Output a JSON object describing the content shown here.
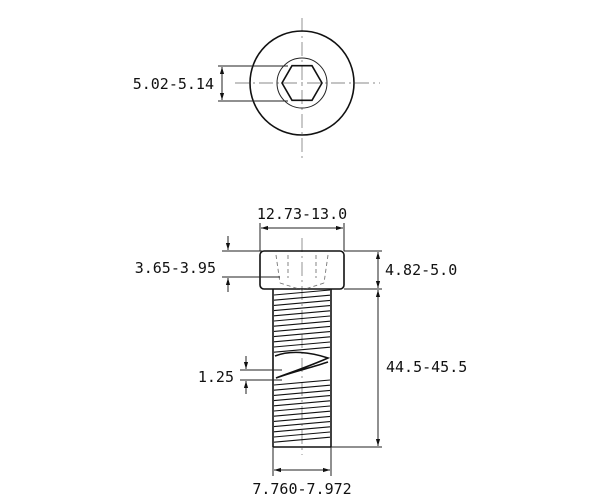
{
  "colors": {
    "line": "#111111",
    "centerline": "#888888",
    "background": "#ffffff"
  },
  "top_view": {
    "socket_dimension": "5.02-5.14"
  },
  "side_view": {
    "head_diameter": "12.73-13.0",
    "socket_depth": "3.65-3.95",
    "head_height": "4.82-5.0",
    "thread_length": "44.5-45.5",
    "thread_pitch": "1.25",
    "thread_diameter": "7.760-7.972"
  }
}
